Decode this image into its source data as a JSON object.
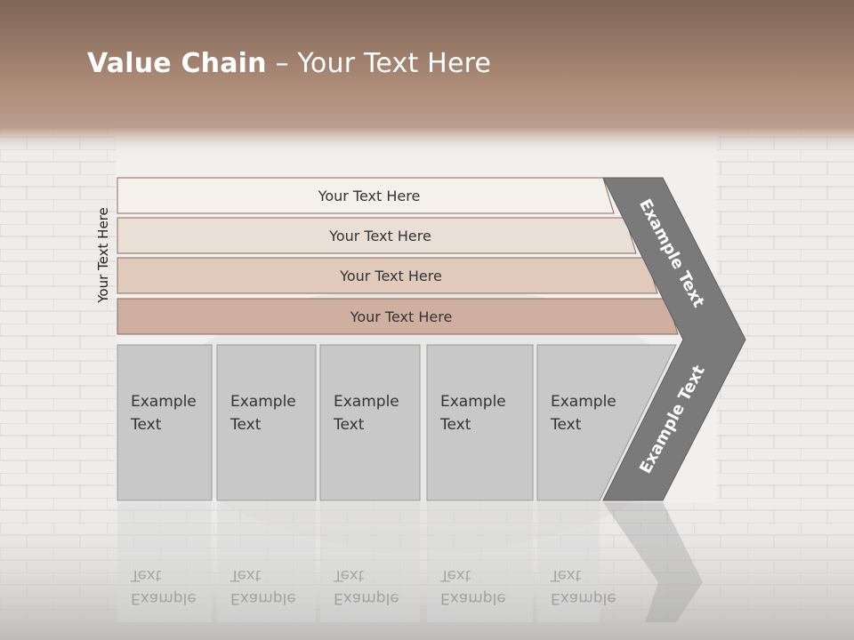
{
  "header": {
    "title_bold": "Value Chain",
    "title_rest": " – Your Text Here"
  },
  "diagram": {
    "side_label": "Your Text Here",
    "bars": [
      {
        "label": "Your Text Here",
        "fill": "#f4f0ec"
      },
      {
        "label": "Your Text Here",
        "fill": "#eadfd6"
      },
      {
        "label": "Your Text Here",
        "fill": "#dfcabc"
      },
      {
        "label": "Your Text Here",
        "fill": "#cfb0a0"
      }
    ],
    "columns": [
      {
        "line1": "Example",
        "line2": "Text"
      },
      {
        "line1": "Example",
        "line2": "Text"
      },
      {
        "line1": "Example",
        "line2": "Text"
      },
      {
        "line1": "Example",
        "line2": "Text"
      },
      {
        "line1": "Example",
        "line2": "Text"
      }
    ],
    "arrow_top_label": "Example Text",
    "arrow_bottom_label": "Example Text",
    "colors": {
      "header": "#b08a77",
      "column_fill": "#c8c8c8",
      "arrow_fill": "#7a7a7a",
      "bar_stroke": "#8a6a5a"
    }
  }
}
